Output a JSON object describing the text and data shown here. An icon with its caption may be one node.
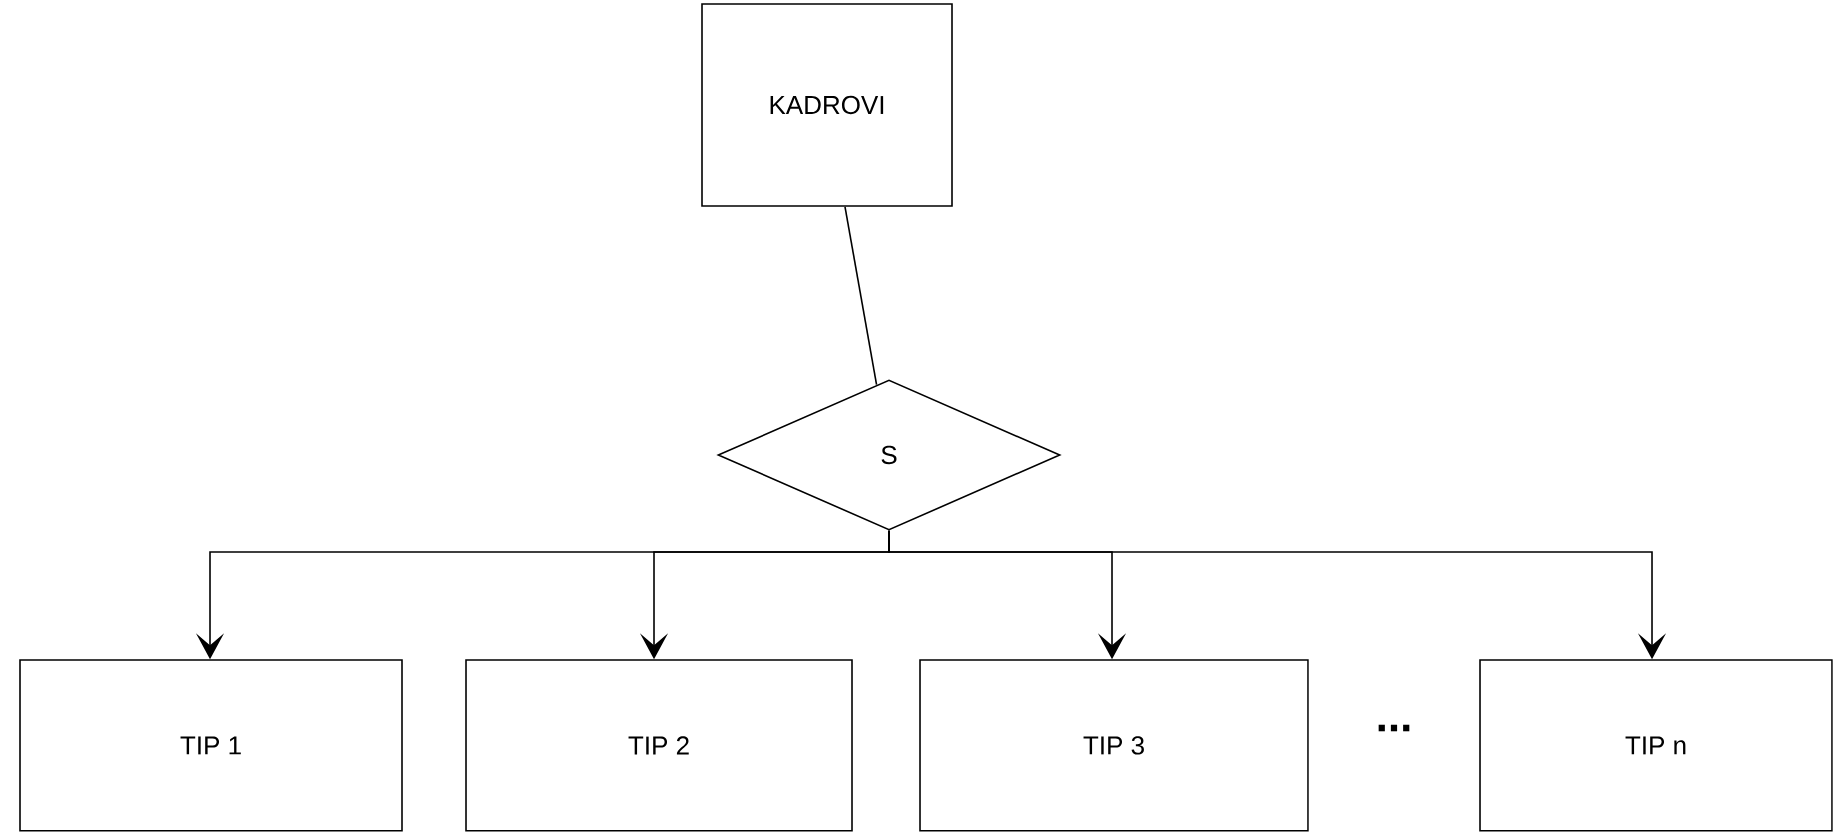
{
  "diagram": {
    "nodes": [
      {
        "text": [
          "KADROVI"
        ]
      },
      {
        "text": [
          "S"
        ]
      },
      {
        "text": [
          "TIP 1"
        ]
      },
      {
        "text": [
          "TIP 2"
        ]
      },
      {
        "text": [
          "TIP 3"
        ]
      },
      {
        "text": [
          "TIP n"
        ]
      }
    ],
    "edges": [
      {
        "from": 0,
        "to": 1,
        "arrow": "none"
      },
      {
        "from": 1,
        "to": 2,
        "arrow": "to"
      },
      {
        "from": 1,
        "to": 3,
        "arrow": "to"
      },
      {
        "from": 1,
        "to": 4,
        "arrow": "to"
      },
      {
        "from": 1,
        "to": 5,
        "arrow": "to"
      }
    ],
    "labels": [
      "..."
    ]
  }
}
